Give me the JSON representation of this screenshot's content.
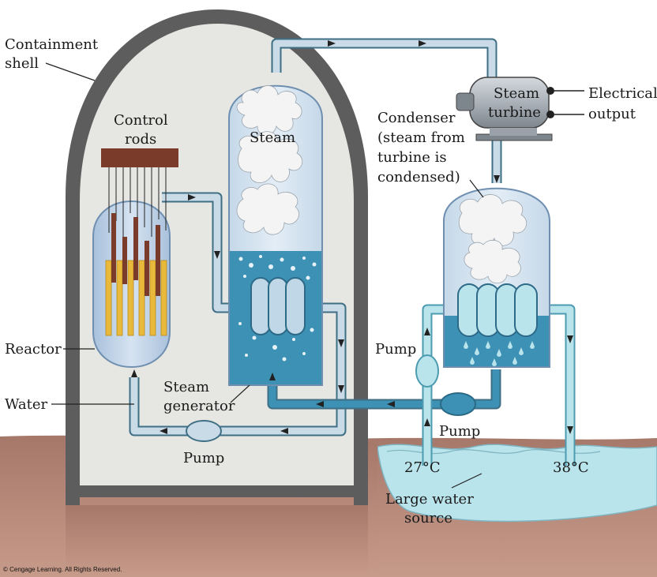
{
  "labels": {
    "containment_shell": [
      "Containment",
      "shell"
    ],
    "control_rods": [
      "Control",
      "rods"
    ],
    "steam": "Steam",
    "steam_turbine": [
      "Steam",
      "turbine"
    ],
    "electrical_output": [
      "Electrical",
      "output"
    ],
    "condenser": [
      "Condenser",
      "(steam from",
      "turbine is",
      "condensed)"
    ],
    "reactor": "Reactor",
    "water": "Water",
    "steam_generator": [
      "Steam",
      "generator"
    ],
    "pump_left": "Pump",
    "pump_right_upper": "Pump",
    "pump_right_lower": "Pump",
    "temp_inlet": "27°C",
    "temp_outlet": "38°C",
    "water_source": [
      "Large water",
      "source"
    ],
    "copyright": "© Cengage Learning. All Rights Reserved."
  },
  "colors": {
    "shell": "#5a5a5a",
    "shell_interior": "#e4e4e2",
    "ground": "#b98a78",
    "water_dark": "#3d91b4",
    "water_light": "#bfd7e6",
    "cold_water": "#b9e4ec",
    "fuel": "#e8b93b",
    "rod": "#7a3b2b",
    "turbine": "#9aa1a8"
  },
  "icons": {
    "turbine": "steam-turbine-icon",
    "pump": "pump-icon",
    "condenser_coil": "coil-icon"
  }
}
